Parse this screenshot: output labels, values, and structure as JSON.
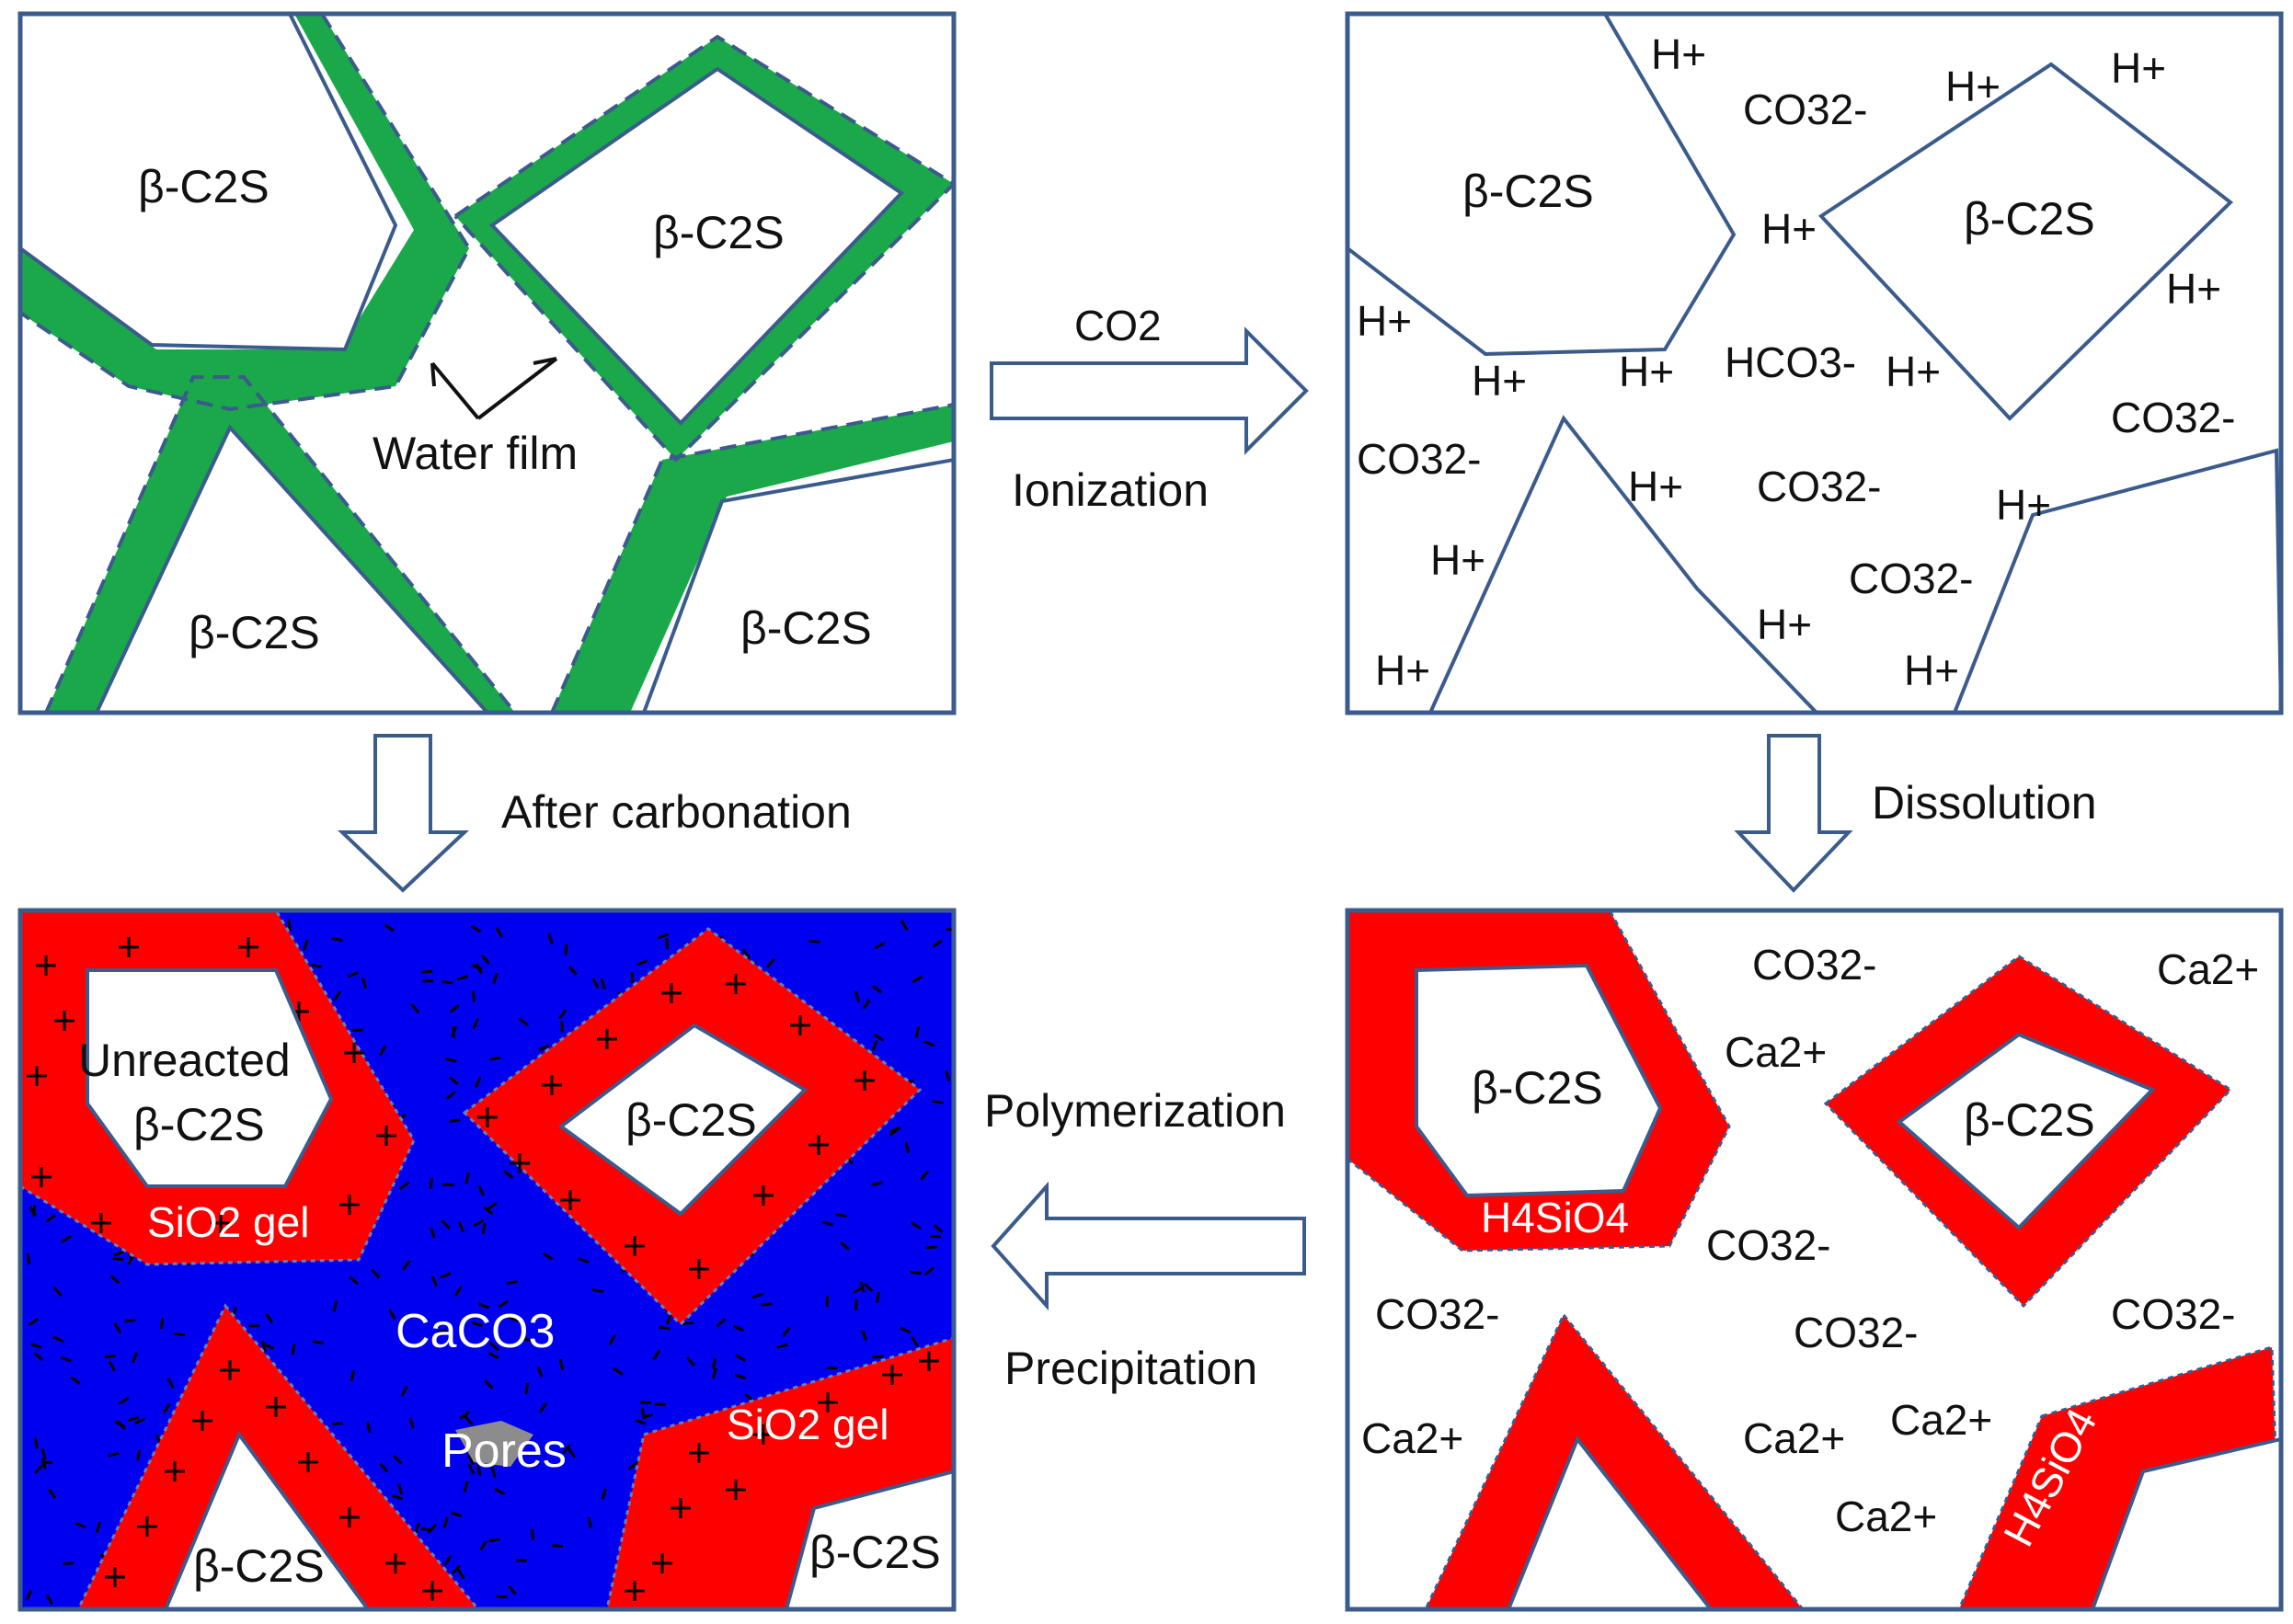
{
  "colors": {
    "panel_border": "#3b5b8c",
    "water_film": "#1aa84a",
    "gel_red": "#ff0000",
    "caco3_blue": "#0000f0",
    "pore_gray": "#8c8c8c",
    "text": "#111111",
    "text_on_color": "#ffffff"
  },
  "panel_1": {
    "grains": [
      "β-C2S",
      "β-C2S",
      "β-C2S",
      "β-C2S"
    ],
    "water_film_label": "Water film"
  },
  "panel_2": {
    "grains": [
      "β-C2S",
      "β-C2S"
    ],
    "ions": {
      "h_plus": "H+",
      "carbonate": "CO32-",
      "bicarbonate": "HCO3-"
    }
  },
  "panel_3": {
    "grains": [
      "β-C2S",
      "β-C2S"
    ],
    "gel_label": "H4SiO4",
    "ions": {
      "carbonate": "CO32-",
      "calcium": "Ca2+"
    }
  },
  "panel_4": {
    "unreacted_label": "Unreacted",
    "grains": [
      "β-C2S",
      "β-C2S",
      "β-C2S",
      "β-C2S"
    ],
    "gel_label": "SiO2 gel",
    "matrix_label": "CaCO3",
    "pores_label": "Pores"
  },
  "arrows": {
    "ionization": {
      "top": "CO2",
      "bottom": "Ionization"
    },
    "dissolution": {
      "label": "Dissolution"
    },
    "polymerization": {
      "top": "Polymerization",
      "bottom": "Precipitation"
    },
    "after_carbonation": {
      "label": "After carbonation"
    }
  }
}
